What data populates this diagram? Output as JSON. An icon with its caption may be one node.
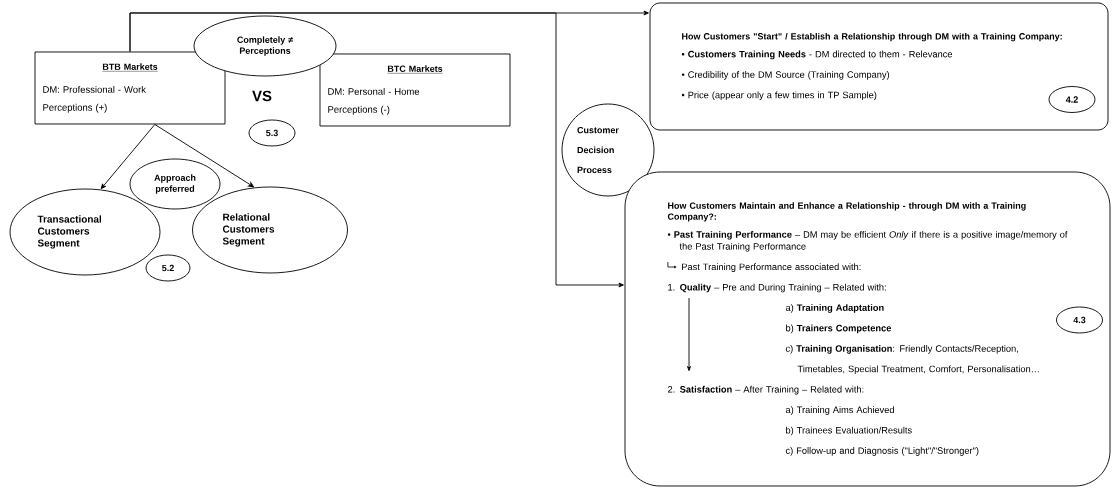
{
  "diagram": {
    "nodes": [
      {
        "text": [
          "Completely ≠ Perceptions"
        ]
      },
      {
        "text": [
          "BTB Markets",
          "DM: Professional - Work",
          "Perceptions (+)"
        ]
      },
      {
        "text": [
          "BTC Markets",
          "DM: Personal - Home",
          "Perceptions (-)"
        ]
      },
      {
        "text": [
          "5.3"
        ]
      },
      {
        "text": [
          "Approach preferred"
        ]
      },
      {
        "text": [
          "Transactional Customers Segment"
        ]
      },
      {
        "text": [
          "Relational Customers Segment"
        ]
      },
      {
        "text": [
          "5.2"
        ]
      },
      {
        "text": [
          "Customer Decision Process"
        ]
      },
      {
        "text": [
          "How Customers \"Start\" / Establish a Relationship through DM with a Training Company:",
          "• **Customers Training Needs** - DM directed to them - Relevance",
          "• Credibility of the DM Source (Training Company)",
          "• Price (appear only a few times in TP Sample)"
        ]
      },
      {
        "text": [
          "4.2"
        ],
        "in": 9
      },
      {
        "text": [
          "How Customers Maintain and Enhance a Relationship - through DM with a Training Company?:",
          "• **Past Training Performance** – DM may be efficient *Only* if there is a positive image/memory of the Past Training Performance",
          "Past Training Performance associated with:",
          "1. **Quality** – Pre and During Training – Related with:",
          "a) **Training Adaptation**",
          "b) **Trainers Competence**",
          "c) **Training Organisation**: Friendly Contacts/Reception, Timetables, Special Treatment, Comfort, Personalisation…",
          "2. **Satisfaction** – After Training – Related with:",
          "a) Training Aims Achieved",
          "b) Trainees Evaluation/Results",
          "c) Follow-up and Diagnosis (\"Light\"/\"Stronger\")"
        ]
      },
      {
        "text": [
          "4.3"
        ],
        "in": 11
      }
    ],
    "edges": [
      {
        "from": 1,
        "to": 5,
        "arrow": "to"
      },
      {
        "from": 1,
        "to": 6,
        "arrow": "to"
      },
      {
        "from": 1,
        "to": 9,
        "arrow": "to"
      },
      {
        "from": 1,
        "to": 11,
        "arrow": "to"
      }
    ],
    "labels": [
      "VS"
    ]
  }
}
